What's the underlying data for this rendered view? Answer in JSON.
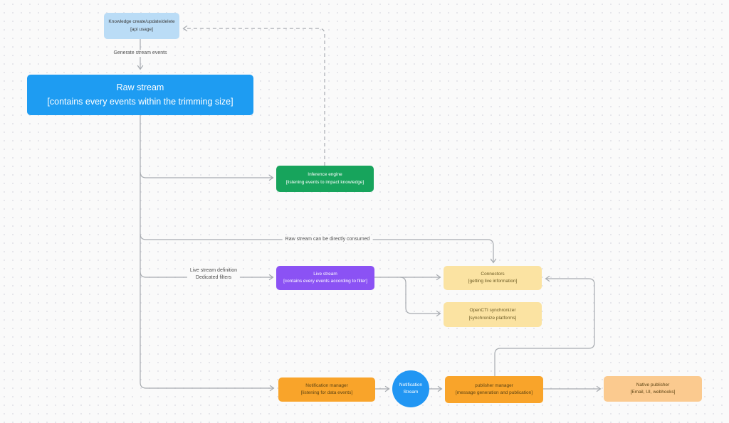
{
  "diagram": {
    "nodes": {
      "knowledge": {
        "title": "Knowledge create/update/delete",
        "subtitle": "[api usage]",
        "color": "#badcf6"
      },
      "raw_stream": {
        "title": "Raw stream",
        "subtitle": "[contains every events within the trimming size]",
        "color": "#1e9cf2"
      },
      "inference_engine": {
        "title": "Inference engine",
        "subtitle": "[listening events to impact knowledge]",
        "color": "#17a45c"
      },
      "live_stream": {
        "title": "Live stream",
        "subtitle": "[contains every events according to filter]",
        "color": "#8b52f4"
      },
      "connectors": {
        "title": "Connectors",
        "subtitle": "[getting live information]",
        "color": "#fbe3a2"
      },
      "opencti_synchronizer": {
        "title": "OpenCTI synchronizer",
        "subtitle": "[synchronize platforms]",
        "color": "#fbe3a2"
      },
      "notification_manager": {
        "title": "Notification manager",
        "subtitle": "[listening for data events]",
        "color": "#f9a42a"
      },
      "notification_stream": {
        "title": "Notification",
        "subtitle": "Stream",
        "color": "#2196f3"
      },
      "publisher_manager": {
        "title": "publisher manager",
        "subtitle": "[message generation and publication]",
        "color": "#f9a42a"
      },
      "native_publisher": {
        "title": "Native publisher",
        "subtitle": "[Email, UI, webhooks]",
        "color": "#fbca8f"
      }
    },
    "edge_labels": {
      "generate": "Generate stream events",
      "consumed": "Raw stream can be directly consumed",
      "live_def_line1": "Live stream definition",
      "live_def_line2": "Dedicated filters"
    },
    "edges": [
      {
        "from": "knowledge",
        "to": "raw_stream",
        "label": "Generate stream events",
        "style": "solid"
      },
      {
        "from": "raw_stream",
        "to": "inference_engine",
        "style": "solid"
      },
      {
        "from": "raw_stream",
        "to": "connectors",
        "label": "Raw stream can be directly consumed",
        "style": "solid"
      },
      {
        "from": "raw_stream",
        "to": "live_stream",
        "label": "Live stream definition / Dedicated filters",
        "style": "solid"
      },
      {
        "from": "raw_stream",
        "to": "notification_manager",
        "style": "solid"
      },
      {
        "from": "live_stream",
        "to": "connectors",
        "style": "solid"
      },
      {
        "from": "live_stream",
        "to": "opencti_synchronizer",
        "style": "solid"
      },
      {
        "from": "notification_manager",
        "to": "notification_stream",
        "style": "solid"
      },
      {
        "from": "notification_stream",
        "to": "publisher_manager",
        "style": "solid"
      },
      {
        "from": "publisher_manager",
        "to": "native_publisher",
        "style": "solid"
      },
      {
        "from": "publisher_manager",
        "to": "connectors",
        "style": "solid"
      },
      {
        "from": "inference_engine",
        "to": "knowledge",
        "style": "dashed"
      }
    ],
    "colors": {
      "line": "#a7abb0",
      "background": "#fafafa",
      "dot": "#e2e2e8"
    }
  }
}
